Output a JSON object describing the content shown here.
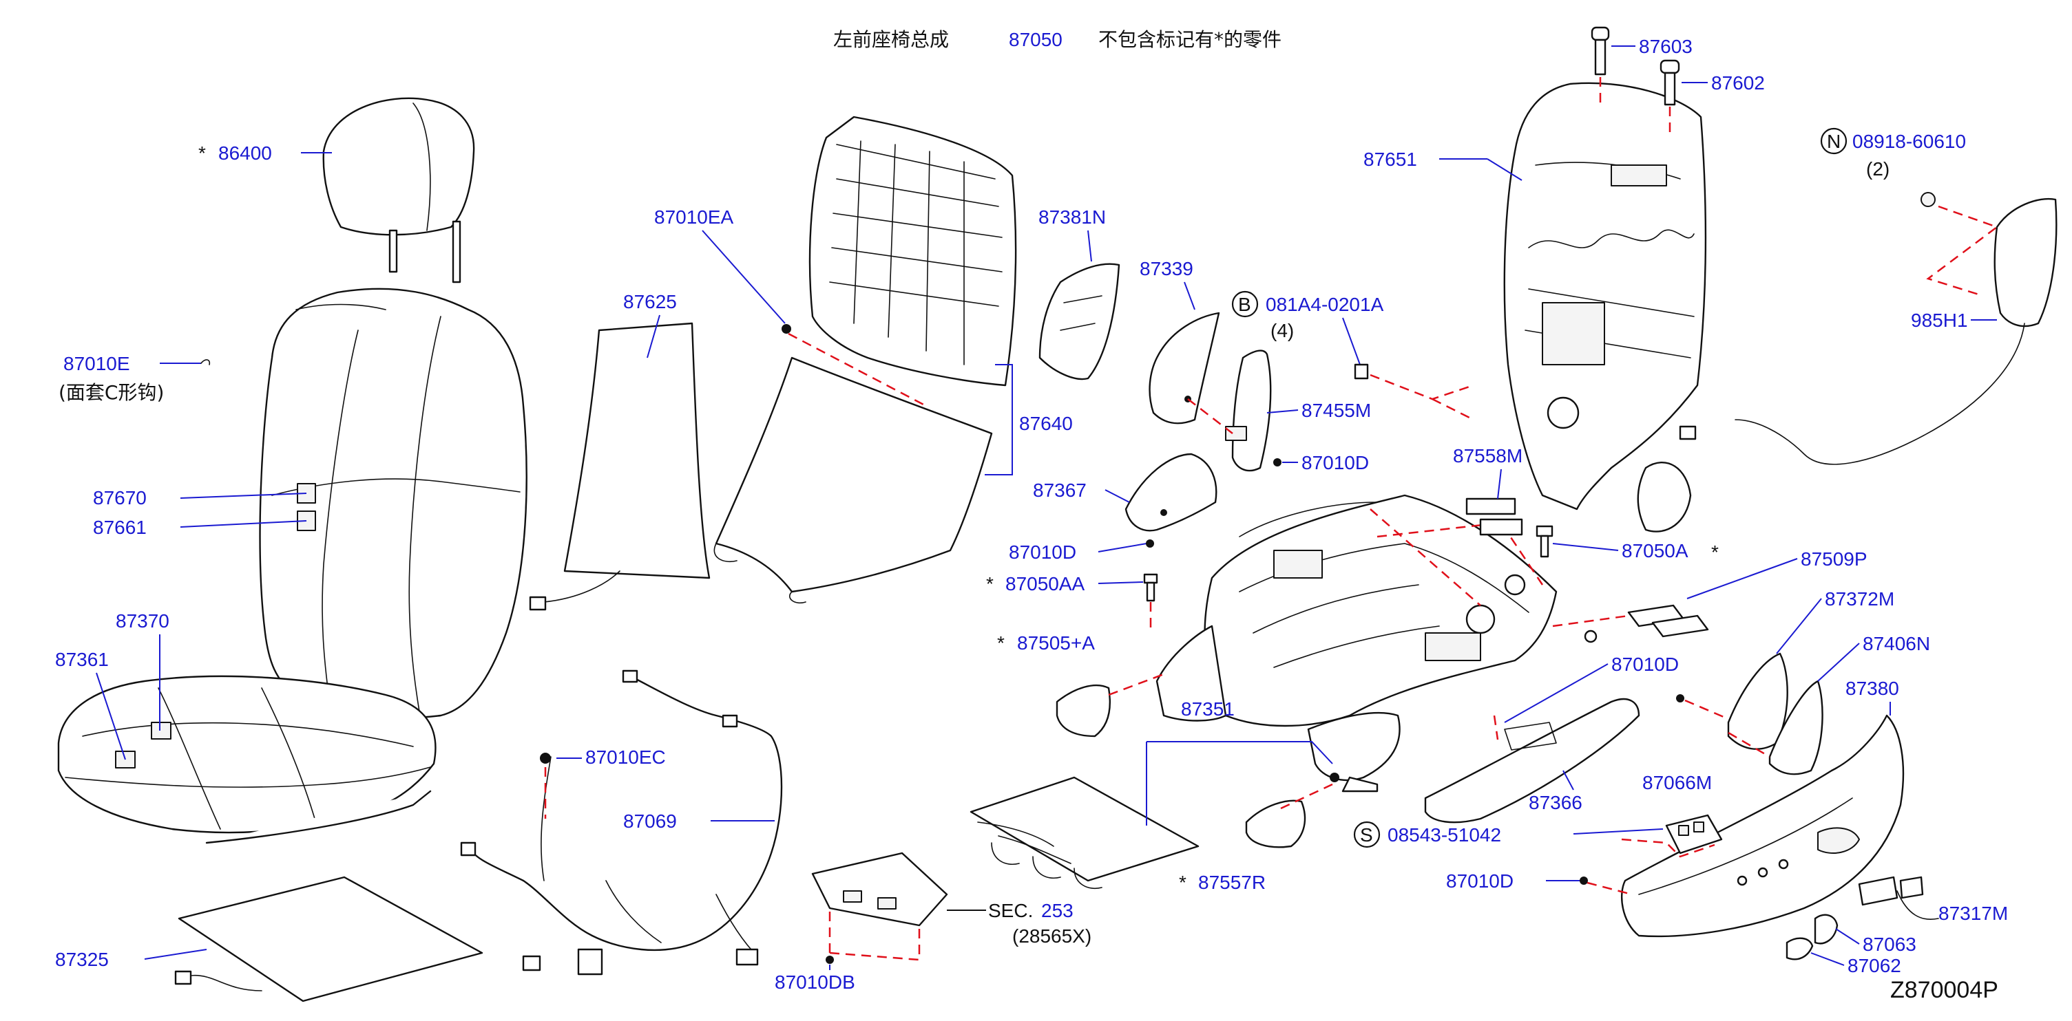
{
  "header": {
    "title": "左前座椅总成",
    "assembly_number": "87050",
    "note": "不包含标记有*的零件"
  },
  "asterisk": "*",
  "labels": {
    "p86400": "86400",
    "p87010E": "87010E",
    "p87010E_note": "(面套C形钩)",
    "p87670": "87670",
    "p87661": "87661",
    "p87370": "87370",
    "p87361": "87361",
    "p87325": "87325",
    "p87010EA": "87010EA",
    "p87625": "87625",
    "p87640": "87640",
    "p87381N": "87381N",
    "p87339": "87339",
    "p87367": "87367",
    "p87010D_a": "87010D",
    "p87050AA": "87050AA",
    "p87505A": "87505+A",
    "p87351": "87351",
    "p87557R": "87557R",
    "p87010EC": "87010EC",
    "p87069": "87069",
    "sec_prefix": "SEC.",
    "sec_number": "253",
    "sec_code": "(28565X)",
    "p87010DB": "87010DB",
    "bolt_B_mark": "B",
    "bolt_B": "081A4-0201A",
    "bolt_B_qty": "(4)",
    "p87455M": "87455M",
    "p87010D_b": "87010D",
    "p87558M": "87558M",
    "p87050A": "87050A",
    "p87651": "87651",
    "p87603": "87603",
    "p87602": "87602",
    "nut_N_mark": "N",
    "nut_N": "08918-60610",
    "nut_N_qty": "(2)",
    "p985H1": "985H1",
    "p87509P": "87509P",
    "p87372M": "87372M",
    "p87406N": "87406N",
    "p87010D_c": "87010D",
    "p87380": "87380",
    "p87366": "87366",
    "p87066M": "87066M",
    "screw_S_mark": "S",
    "screw_S": "08543-51042",
    "p87010D_d": "87010D",
    "p87317M": "87317M",
    "p87063": "87063",
    "p87062": "87062"
  },
  "diagram_code": "Z870004P",
  "colors": {
    "part_number": "#1a1ad1",
    "dashed_guide": "#e0101a",
    "outline": "#111111"
  }
}
